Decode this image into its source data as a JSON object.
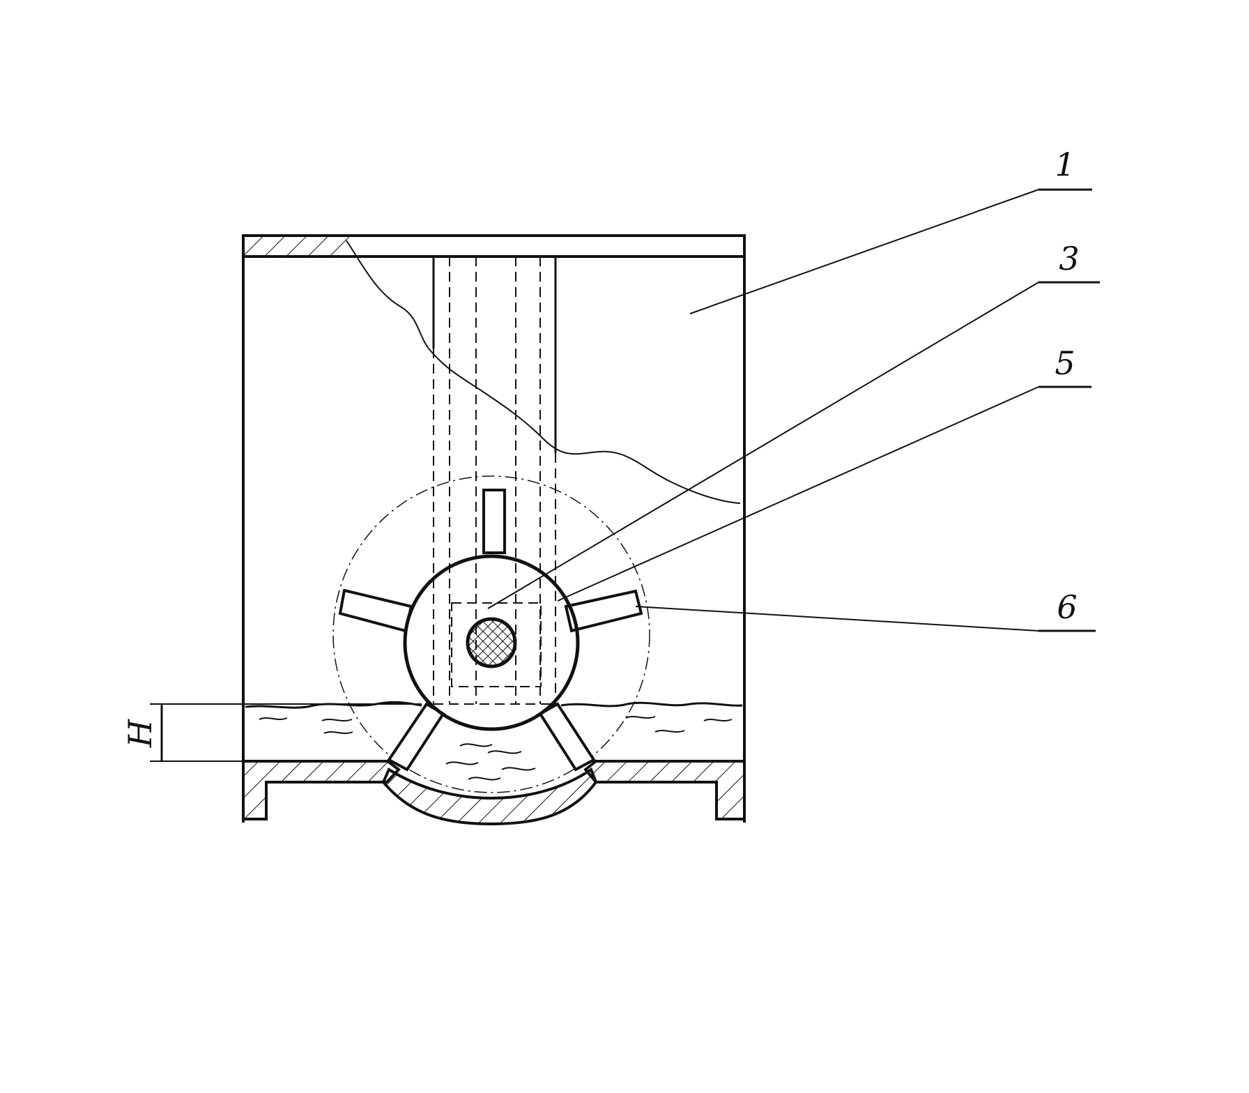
{
  "drawing": {
    "ink_color": "#111111",
    "background_color": "#ffffff",
    "labels": {
      "callout_1": "1",
      "callout_3": "3",
      "callout_5": "5",
      "callout_6": "6",
      "dimension_h": "H"
    }
  }
}
